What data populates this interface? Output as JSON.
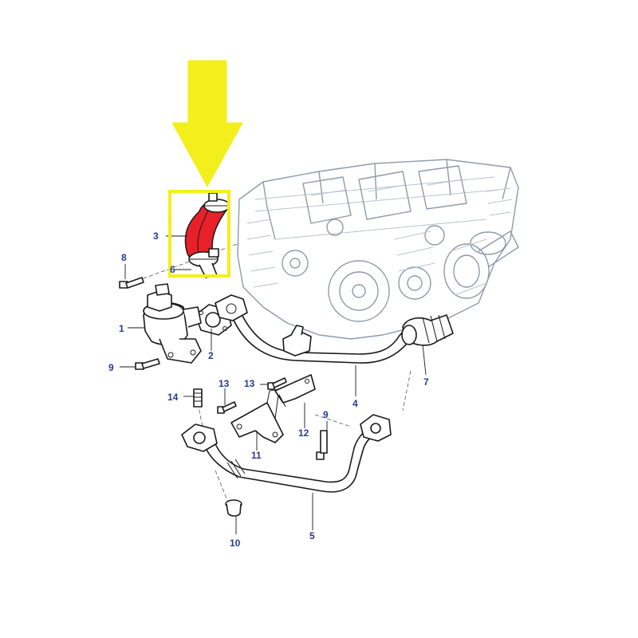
{
  "colors": {
    "arrow": "#f2ef1c",
    "highlight_box": "#f2ef1c",
    "highlighted_part": "#e8202a",
    "callout_text": "#2a3a8c",
    "engine_lines": "#8f9aa8"
  },
  "callouts": {
    "c1": "1",
    "c2": "2",
    "c3": "3",
    "c4": "4",
    "c5": "5",
    "c6": "6",
    "c7": "7",
    "c8": "8",
    "c9a": "9",
    "c9b": "9",
    "c10": "10",
    "c11": "11",
    "c12": "12",
    "c13a": "13",
    "c13b": "13",
    "c14": "14"
  },
  "highlight": {
    "callout": "3",
    "indicator": "arrow-down-icon"
  }
}
